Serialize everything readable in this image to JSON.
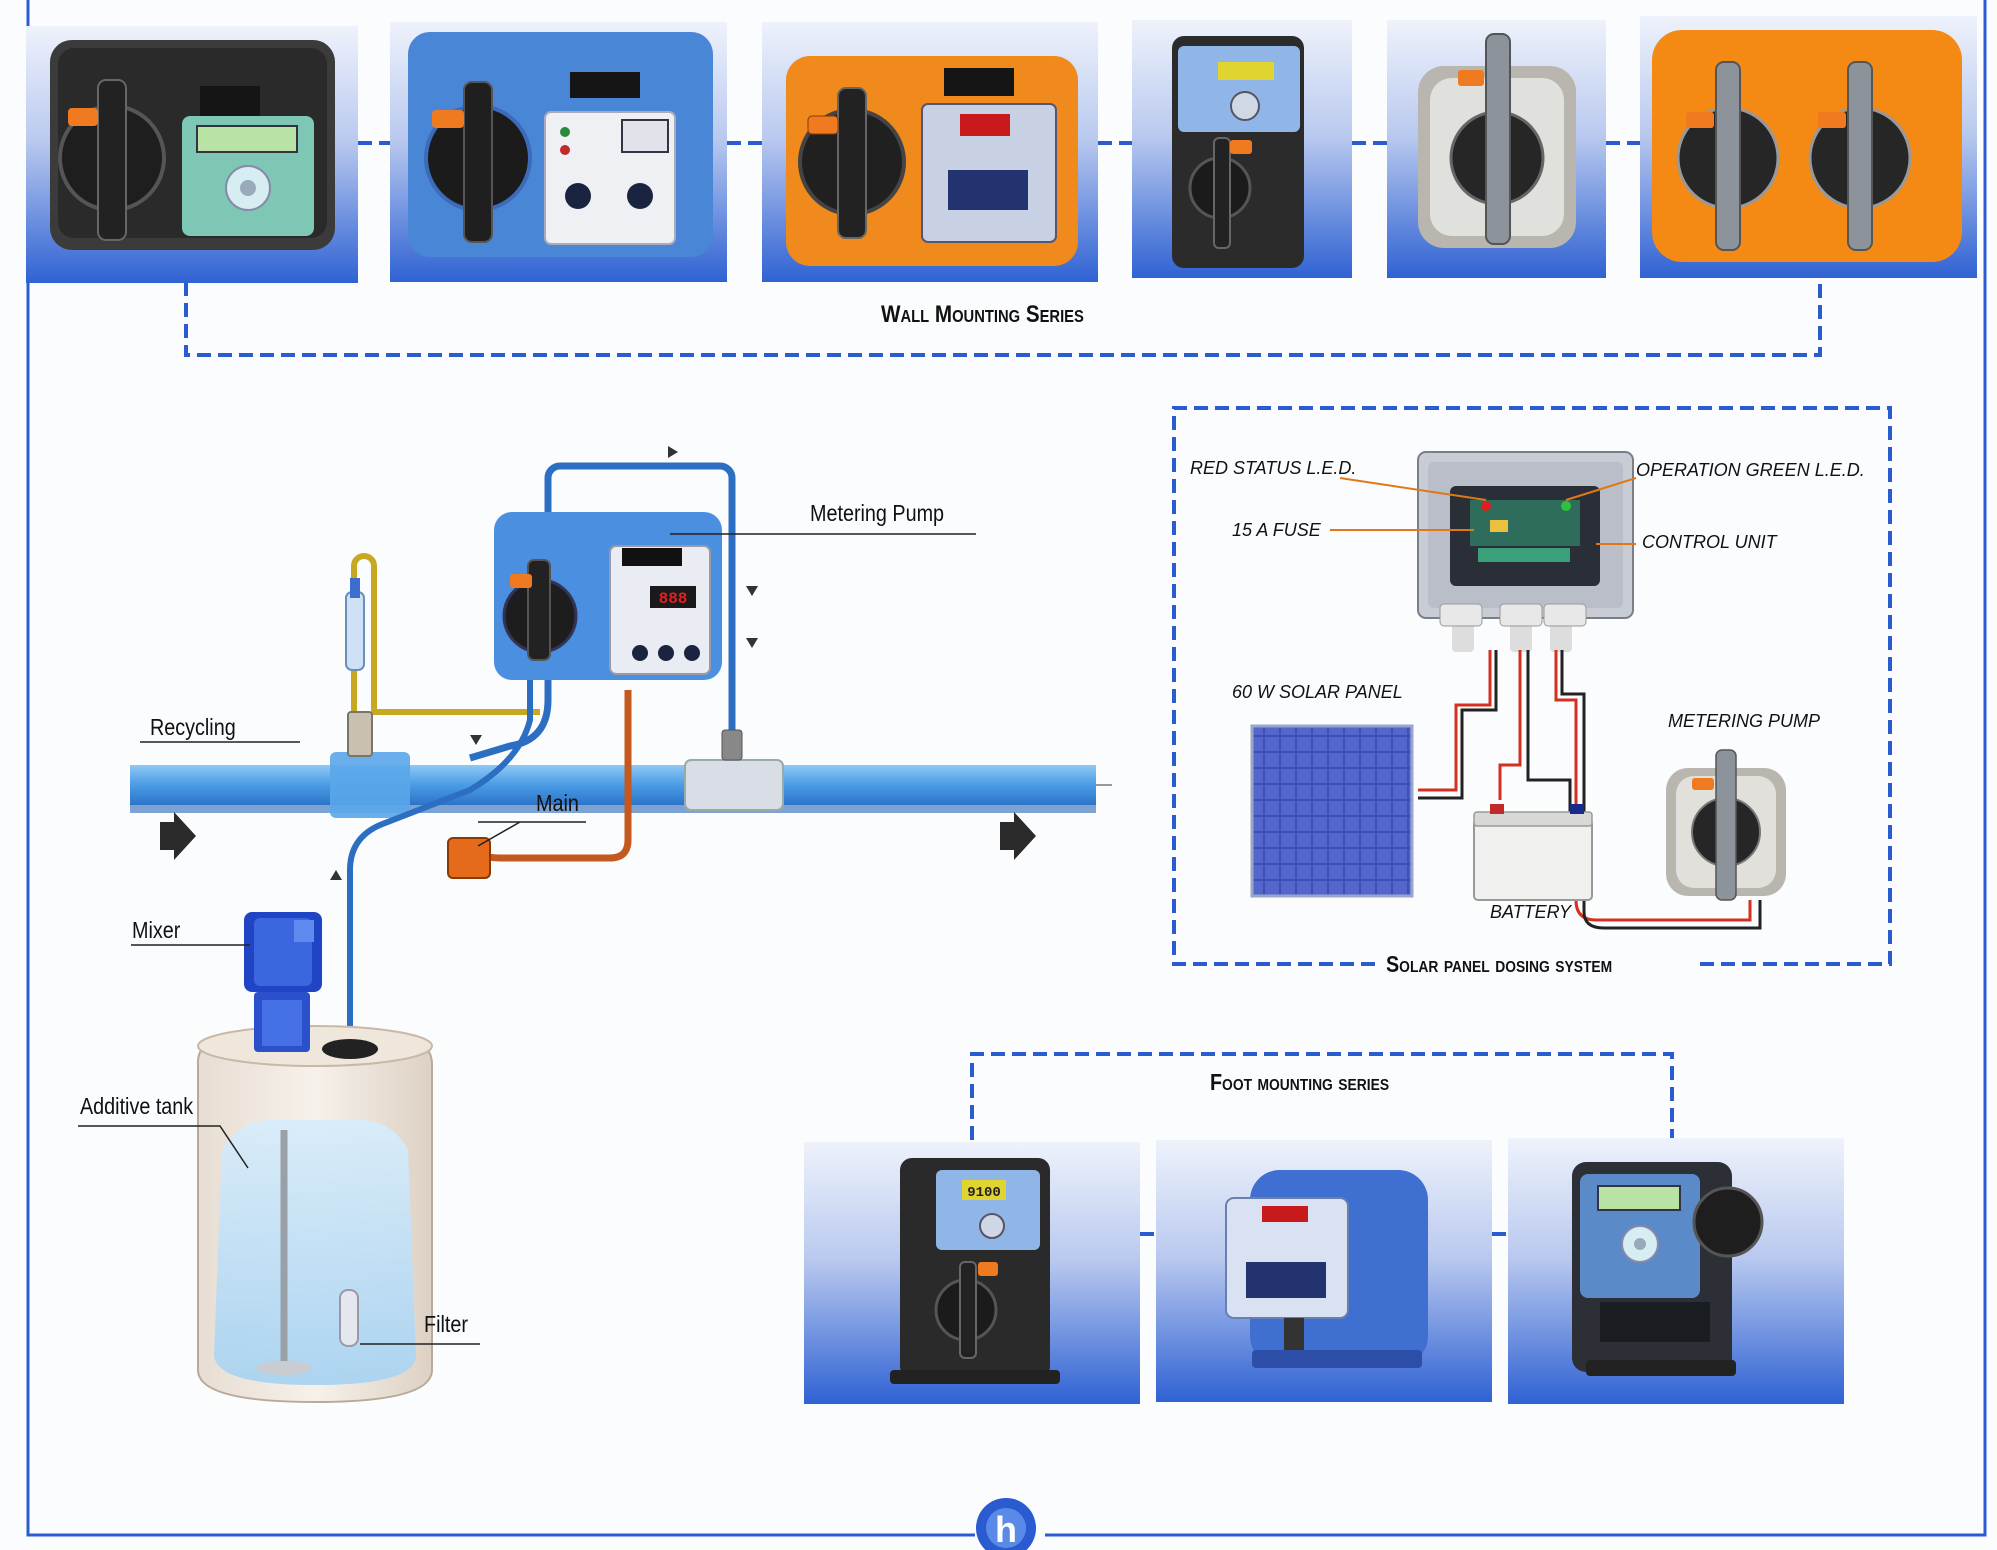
{
  "sections": {
    "wall_mounting": {
      "title": "Wall Mounting Series",
      "products": [
        {
          "name": "wall-pump-1",
          "housing": "#3b3b3b",
          "panel": "#7ec7b4"
        },
        {
          "name": "wall-pump-2",
          "housing": "#4a86d6",
          "panel": "#eef0f4"
        },
        {
          "name": "wall-pump-3",
          "housing": "#f08a1c",
          "panel": "#c8d0e4"
        },
        {
          "name": "wall-pump-4",
          "housing": "#2b2b2b",
          "panel": "#8fb6e6"
        },
        {
          "name": "wall-pump-5",
          "housing": "#b8b6ae",
          "panel": "#e0e0dc"
        },
        {
          "name": "wall-pump-6",
          "housing": "#f48a14",
          "panel": "#d8d8d8"
        }
      ]
    },
    "installation": {
      "labels": {
        "metering_pump": "Metering Pump",
        "recycling": "Recycling",
        "main": "Main",
        "mixer": "Mixer",
        "additive_tank": "Additive tank",
        "filter": "Filter"
      },
      "pump_display": "888"
    },
    "solar": {
      "title": "Solar panel dosing system",
      "labels": {
        "red_status_led": "RED STATUS L.E.D.",
        "operation_green_led": "OPERATION GREEN L.E.D.",
        "fuse": "15 A FUSE",
        "control_unit": "CONTROL UNIT",
        "solar_panel": "60 W SOLAR PANEL",
        "metering_pump": "METERING PUMP",
        "battery": "BATTERY"
      }
    },
    "foot_mounting": {
      "title": "Foot mounting series",
      "products": [
        {
          "name": "foot-pump-1",
          "housing": "#2a2a2a",
          "display": "9100"
        },
        {
          "name": "foot-pump-2",
          "housing": "#3f6fd0",
          "display": ""
        },
        {
          "name": "foot-pump-3",
          "housing": "#2c3036",
          "display": ""
        }
      ]
    }
  },
  "colors": {
    "frame": "#2a5bd0",
    "pipe": "#4c9de8",
    "tile_top": "#e6ecfa",
    "tile_bottom": "#2e63d4"
  },
  "logo_text": "h"
}
